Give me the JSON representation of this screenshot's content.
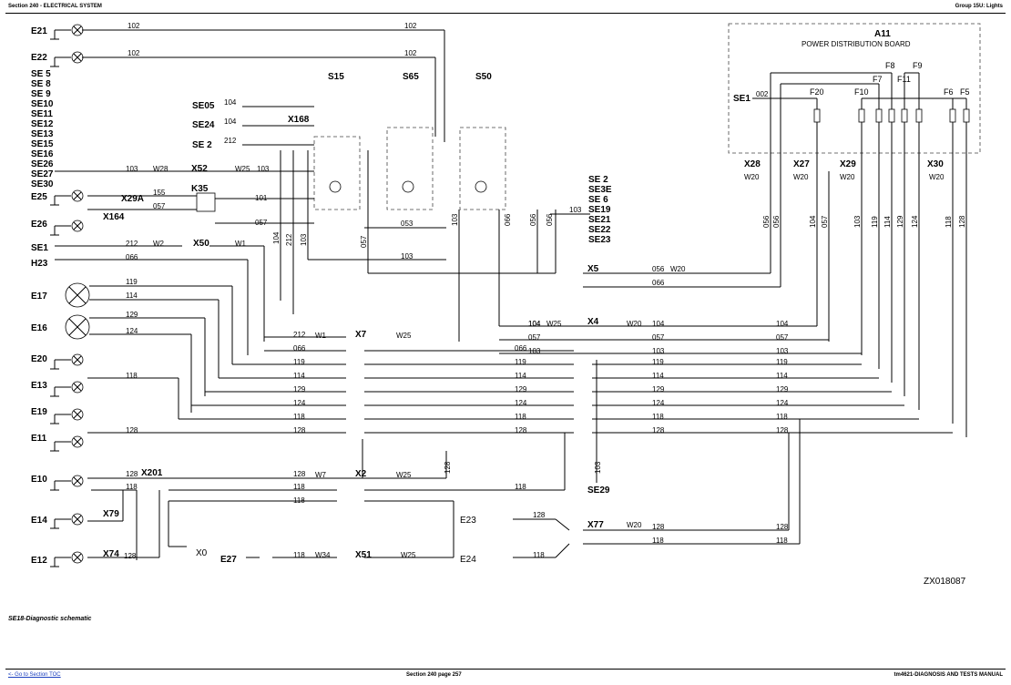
{
  "header": {
    "left": "Section 240 - ELECTRICAL SYSTEM",
    "right": "Group 15U: Lights"
  },
  "footer": {
    "toc_link": "<- Go to Section TOC",
    "page": "Section 240 page 257",
    "manual": "tm4621-DIAGNOSIS AND TESTS MANUAL"
  },
  "caption": "SE18-Diagnostic schematic",
  "figure_id": "ZX018087",
  "board": {
    "id": "A11",
    "name": "POWER DISTRIBUTION BOARD",
    "se": "SE1",
    "wire": "002",
    "fuses": [
      "F20",
      "F10",
      "F7",
      "F8",
      "F11",
      "F9",
      "F6",
      "F5"
    ]
  },
  "left_labels": [
    "E21",
    "E22",
    "SE 5",
    "SE 8",
    "SE 9",
    "SE10",
    "SE11",
    "SE12",
    "SE13",
    "SE15",
    "SE16",
    "SE26",
    "SE27",
    "SE30",
    "E25",
    "E26",
    "SE1",
    "H23",
    "E17",
    "E16",
    "E20",
    "E13",
    "E19",
    "E11",
    "E10",
    "E14",
    "E12"
  ],
  "switches": [
    "S15",
    "S65",
    "S50"
  ],
  "se_labels_mid": [
    "SE05",
    "SE24",
    "SE 2"
  ],
  "se_labels_right": [
    "SE 2",
    "SE3E",
    "SE 6",
    "SE19",
    "SE21",
    "SE22",
    "SE23"
  ],
  "connectors": [
    "X168",
    "X52",
    "X29A",
    "X164",
    "K35",
    "X50",
    "X7",
    "X4",
    "X5",
    "X2",
    "X201",
    "X79",
    "X74",
    "X0",
    "X51",
    "X77",
    "X28",
    "X27",
    "X29",
    "X30",
    "SE29",
    "E23",
    "E24",
    "E27"
  ],
  "connector_wires": [
    "W28",
    "W25",
    "W2",
    "W1",
    "W20",
    "W7",
    "W34"
  ],
  "wire_numbers": [
    "102",
    "104",
    "212",
    "103",
    "155",
    "057",
    "101",
    "053",
    "056",
    "066",
    "119",
    "114",
    "129",
    "124",
    "118",
    "128"
  ],
  "left_vertical_wires": [
    "104",
    "212",
    "103",
    "057"
  ],
  "right_vertical_wires": [
    "056",
    "056",
    "104",
    "057",
    "103",
    "119",
    "114",
    "129",
    "124",
    "118",
    "128"
  ]
}
